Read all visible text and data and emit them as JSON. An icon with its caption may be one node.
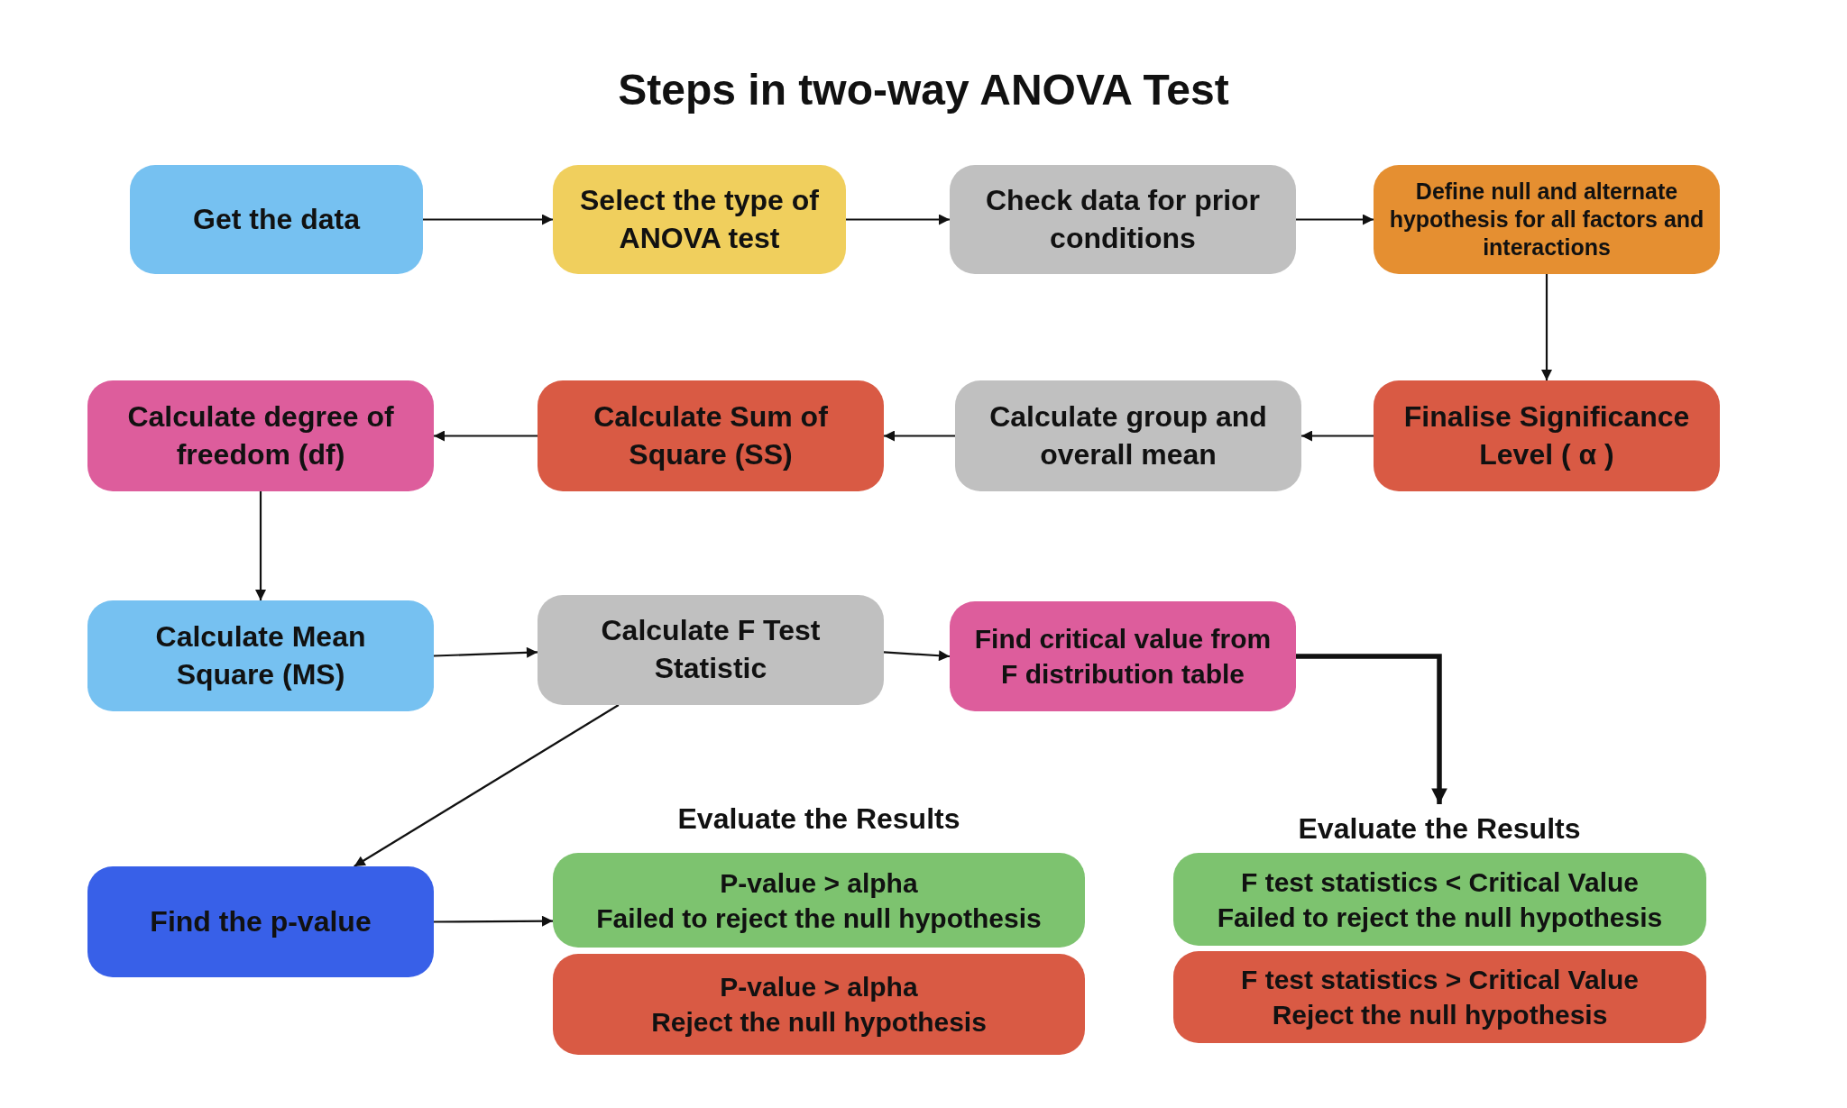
{
  "diagram": {
    "title": "Steps in two-way ANOVA Test",
    "nodes": [
      {
        "text": [
          "Get the data"
        ]
      },
      {
        "text": [
          "Select the type of ANOVA test"
        ]
      },
      {
        "text": [
          "Check data for prior conditions"
        ]
      },
      {
        "text": [
          "Define null and alternate hypothesis for all factors and interactions"
        ]
      },
      {
        "text": [
          "Calculate degree of freedom (df)"
        ]
      },
      {
        "text": [
          "Calculate Sum of Square (SS)"
        ]
      },
      {
        "text": [
          "Calculate group and overall mean"
        ]
      },
      {
        "text": [
          "Finalise Significance Level ( α )"
        ]
      },
      {
        "text": [
          "Calculate Mean Square (MS)"
        ]
      },
      {
        "text": [
          "Calculate F Test Statistic"
        ]
      },
      {
        "text": [
          "Find critical value from F distribution table"
        ]
      },
      {
        "text": [
          "Find the p-value"
        ]
      },
      {
        "text": [
          "P-value > alpha",
          "Failed to reject the null hypothesis"
        ]
      },
      {
        "text": [
          "P-value > alpha",
          "Reject the null hypothesis"
        ]
      },
      {
        "text": [
          "Evaluate the Results"
        ]
      },
      {
        "text": [
          "F test statistics < Critical Value",
          "Failed to reject the null hypothesis"
        ]
      },
      {
        "text": [
          "F test statistics > Critical Value",
          "Reject the null hypothesis"
        ]
      }
    ],
    "edges": [
      {
        "from": 0,
        "to": 1,
        "arrow": "to"
      },
      {
        "from": 1,
        "to": 2,
        "arrow": "to"
      },
      {
        "from": 2,
        "to": 3,
        "arrow": "to"
      },
      {
        "from": 3,
        "to": 7,
        "arrow": "to"
      },
      {
        "from": 7,
        "to": 6,
        "arrow": "to"
      },
      {
        "from": 6,
        "to": 5,
        "arrow": "to"
      },
      {
        "from": 5,
        "to": 4,
        "arrow": "to"
      },
      {
        "from": 4,
        "to": 8,
        "arrow": "to"
      },
      {
        "from": 8,
        "to": 9,
        "arrow": "to"
      },
      {
        "from": 9,
        "to": 10,
        "arrow": "to"
      },
      {
        "from": 9,
        "to": 11,
        "arrow": "to"
      },
      {
        "from": 11,
        "to": 12,
        "arrow": "to"
      },
      {
        "from": 10,
        "to": 14,
        "arrow": "to",
        "style": "thick"
      }
    ],
    "labels": [
      "Evaluate the Results"
    ]
  }
}
